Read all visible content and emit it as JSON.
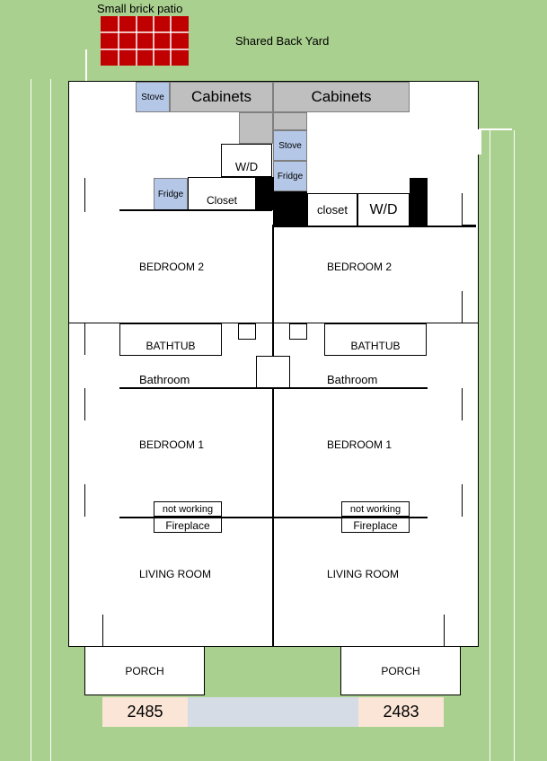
{
  "labels": {
    "patio": "Small brick patio",
    "yard": "Shared Back Yard",
    "cabinets_left": "Cabinets",
    "cabinets_right": "Cabinets",
    "stove_left": "Stove",
    "stove_right": "Stove",
    "fridge_left": "Fridge",
    "fridge_right": "Fridge",
    "wd_left": "W/D",
    "wd_right": "W/D",
    "closet_left": "Closet",
    "closet_right": "closet",
    "bedroom2_left": "BEDROOM 2",
    "bedroom2_right": "BEDROOM 2",
    "bathtub_left": "BATHTUB",
    "bathtub_right": "BATHTUB",
    "bathroom_left": "Bathroom",
    "bathroom_right": "Bathroom",
    "bedroom1_left": "BEDROOM 1",
    "bedroom1_right": "BEDROOM 1",
    "not_working_left": "not working",
    "not_working_right": "not working",
    "fireplace_left": "Fireplace",
    "fireplace_right": "Fireplace",
    "living_left": "LIVING ROOM",
    "living_right": "LIVING ROOM",
    "porch_left": "PORCH",
    "porch_right": "PORCH",
    "number_left": "2485",
    "number_right": "2483"
  },
  "colors": {
    "grass": "#a9d08e",
    "brick": "#c00000",
    "cabinet": "#bfbfbf",
    "appliance": "#b4c7e7",
    "address": "#fbe5d6",
    "walkway": "#d6dce5"
  }
}
